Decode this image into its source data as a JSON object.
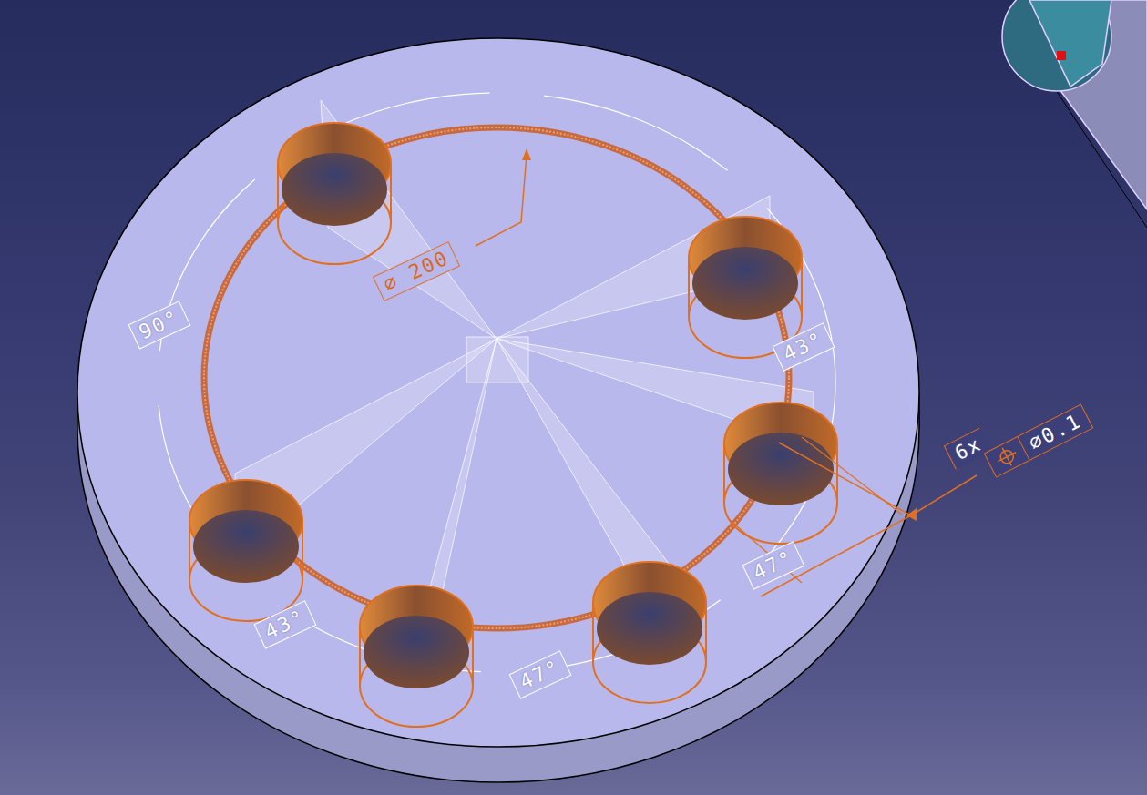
{
  "diagram": {
    "labels": [
      "⌀ 200",
      "90°",
      "43°",
      "6x",
      "⌀0.1",
      "47°",
      "43°",
      "47°"
    ]
  }
}
